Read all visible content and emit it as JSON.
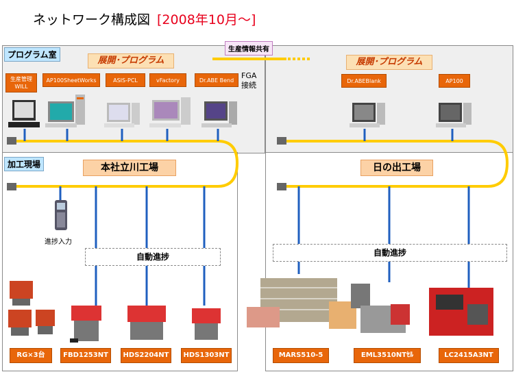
{
  "title": {
    "main": "ネットワーク構成図",
    "range": "[2008年10月～]"
  },
  "share_label": "生産情報共有",
  "office": {
    "tag": "プログラム室",
    "left_banner": "展開･プログラム",
    "right_banner": "展開･プログラム",
    "left_software": [
      "生産管理\nWILL",
      "AP100SheetWorks",
      "ASIS-PCL",
      "vFactory",
      "Dr.ABE Bend"
    ],
    "right_software": [
      "Dr.ABEBlank",
      "AP100"
    ],
    "fga": "FGA\n接続"
  },
  "shop": {
    "tag": "加工現場",
    "left_factory": "本社立川工場",
    "right_factory": "日の出工場",
    "terminal_label": "進捗入力",
    "left_auto": "自動進捗",
    "right_auto": "自動進捗",
    "left_machines": [
      "RG×3台",
      "FBD1253NT",
      "HDS2204NT",
      "HDS1303NT"
    ],
    "right_machines": [
      "MARS510-5",
      "EML3510NTｾﾙ",
      "LC2415A3NT"
    ]
  },
  "colors": {
    "network": "#ffcc00",
    "drop": "#1f5fbf",
    "orange": "#e8660a",
    "tag": "#bfe6ff"
  }
}
